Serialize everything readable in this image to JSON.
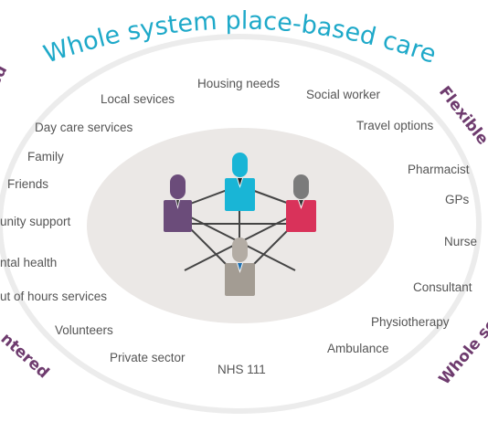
{
  "title": "Whole system place-based care",
  "side_labels": {
    "top_left": "sed",
    "top_right": "Flexible",
    "bottom_left": "ntered",
    "bottom_right": "Whole se"
  },
  "services": {
    "housing_needs": "Housing needs",
    "local_sevices": "Local sevices",
    "social_worker": "Social worker",
    "day_care_services": "Day care services",
    "travel_options": "Travel options",
    "family": "Family",
    "pharmacist": "Pharmacist",
    "friends": "Friends",
    "gps": "GPs",
    "community_support": "unity support",
    "nurse": "Nurse",
    "mental_health": "ntal health",
    "consultant": "Consultant",
    "out_of_hours": "ut of hours services",
    "physiotherapy": "Physiotherapy",
    "volunteers": "Volunteers",
    "ambulance": "Ambulance",
    "private_sector": "Private sector",
    "nhs_111": "NHS 111"
  },
  "colors": {
    "title": "#1ea9c9",
    "side_label": "#6e3b6e",
    "ring": "#ececec",
    "center_ellipse": "#ebe8e6",
    "network_line": "#444444",
    "person_purple": "#6b4c7a",
    "person_cyan": "#19b5d6",
    "person_grey": "#7b7b7b",
    "person_pink": "#d9325a",
    "person_taupe": "#a39c93"
  },
  "icons": {
    "person_left": "person-icon",
    "person_top": "person-icon",
    "person_right": "person-icon",
    "person_bottom": "person-icon"
  }
}
